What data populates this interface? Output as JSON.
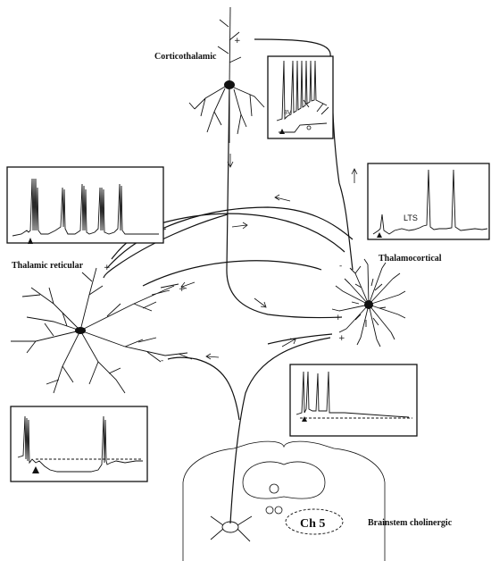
{
  "labels": {
    "corticothalamic": "Corticothalamic",
    "thalamocortical": "Thalamocortical",
    "thalamic_reticular": "Thalamic reticular",
    "brainstem_cholinergic": "Brainstem cholinergic",
    "ch5": "Ch 5",
    "lts": "LTS"
  },
  "synapse_signs": {
    "plus": "+",
    "minus": "-"
  }
}
